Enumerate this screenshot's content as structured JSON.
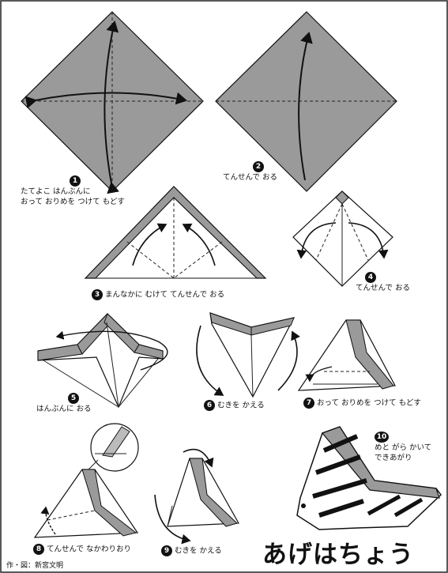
{
  "steps": [
    {
      "num": "1",
      "lines": [
        "たてよこ はんぶんに",
        "おって おりめを つけて もどす"
      ]
    },
    {
      "num": "2",
      "lines": [
        "てんせんで おる"
      ]
    },
    {
      "num": "3",
      "lines": [
        "まんなかに むけて てんせんで おる"
      ]
    },
    {
      "num": "4",
      "lines": [
        "てんせんで おる"
      ]
    },
    {
      "num": "5",
      "lines": [
        "はんぶんに おる"
      ]
    },
    {
      "num": "6",
      "lines": [
        "むきを かえる"
      ]
    },
    {
      "num": "7",
      "lines": [
        "おって おりめを つけて もどす"
      ]
    },
    {
      "num": "8",
      "lines": [
        "てんせんで なかわりおり"
      ]
    },
    {
      "num": "9",
      "lines": [
        "むきを かえる"
      ]
    },
    {
      "num": "10",
      "lines": [
        "めと がら かいて",
        "できあがり"
      ]
    }
  ],
  "title": "あげはちょう",
  "credit": "作・図：新宮文明",
  "colors": {
    "paper_color": "#9a9a9a",
    "line": "#111111",
    "background": "#ffffff"
  }
}
